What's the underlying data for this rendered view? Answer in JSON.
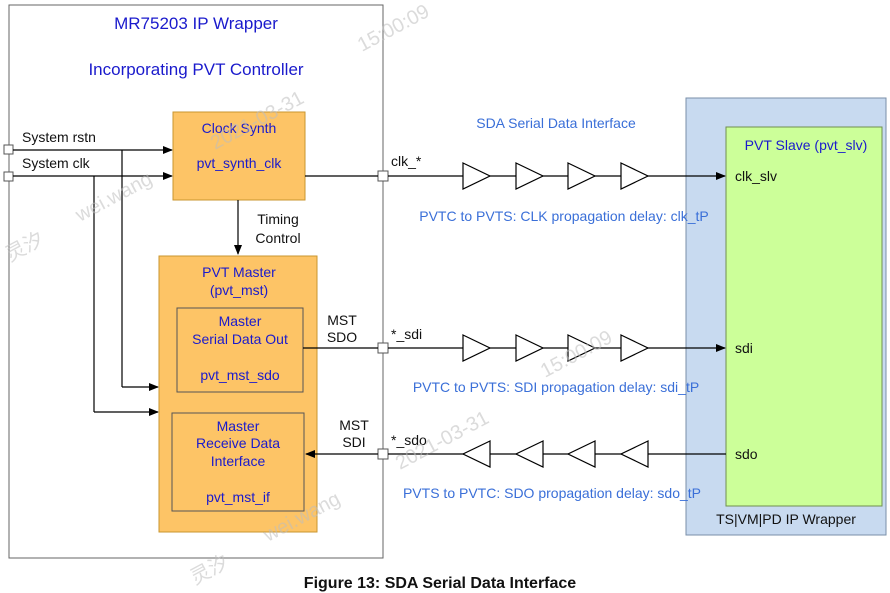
{
  "wrapper": {
    "title": "MR75203 IP Wrapper",
    "subtitle": "Incorporating PVT Controller"
  },
  "inputs": {
    "rstn": "System rstn",
    "clk": "System clk"
  },
  "clock_synth": {
    "title": "Clock Synth",
    "name": "pvt_synth_clk"
  },
  "timing_control": {
    "line1": "Timing",
    "line2": "Control"
  },
  "pvt_master": {
    "title": "PVT Master",
    "name": "(pvt_mst)"
  },
  "serial_out": {
    "line1": "Master",
    "line2": "Serial Data Out",
    "name": "pvt_mst_sdo"
  },
  "receive_if": {
    "line1": "Master",
    "line2": "Receive Data",
    "line3": "Interface",
    "name": "pvt_mst_if"
  },
  "signals": {
    "clk": "clk_*",
    "sdi": "*_sdi",
    "sdo": "*_sdo",
    "mst_sdo_1": "MST",
    "mst_sdo_2": "SDO",
    "mst_sdi_1": "MST",
    "mst_sdi_2": "SDI"
  },
  "interface_label": "SDA Serial Data Interface",
  "delays": {
    "clk": "PVTC to PVTS: CLK propagation delay: clk_tP",
    "sdi": "PVTC to PVTS: SDI propagation delay: sdi_tP",
    "sdo": "PVTS to PVTC: SDO propagation delay: sdo_tP"
  },
  "slave": {
    "title": "PVT Slave (pvt_slv)",
    "clk": "clk_slv",
    "sdi": "sdi",
    "sdo": "sdo",
    "wrapper": "TS|VM|PD IP Wrapper"
  },
  "caption": "Figure 13: SDA Serial Data Interface",
  "watermark": {
    "date": "2021-03-31",
    "time1": "15:00:09",
    "time2": "15:00:09",
    "name": "wei.wang",
    "cn": "灵汐"
  },
  "colors": {
    "block_fill": "#fdc466",
    "slave_outer": "#c8daf0",
    "slave_inner": "#ccff99",
    "label_blue": "#1a1acc",
    "delay_blue": "#3a6fd8"
  }
}
